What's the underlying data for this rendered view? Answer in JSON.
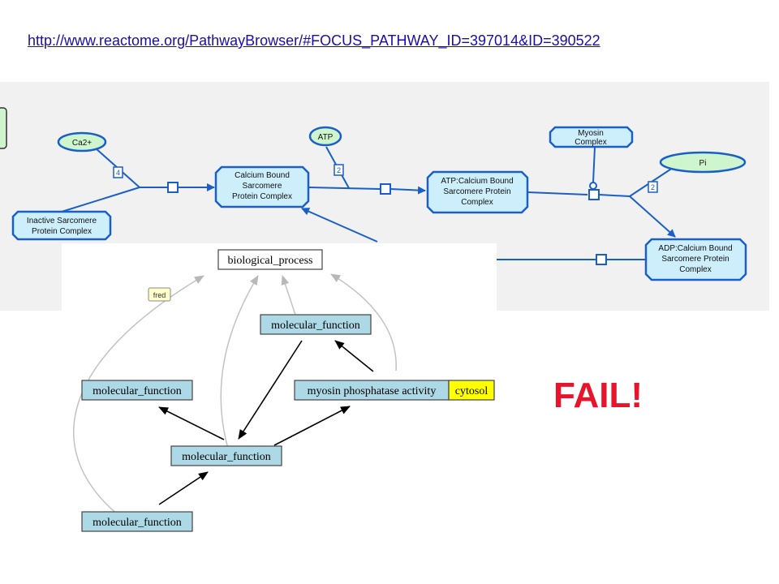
{
  "url_link": "http://www.reactome.org/PathwayBrowser/#FOCUS_PATHWAY_ID=397014&ID=390522",
  "reactome": {
    "nodes": {
      "ca2": "Ca2+",
      "atp": "ATP",
      "inactive_line1": "Inactive Sarcomere",
      "inactive_line2": "Protein Complex",
      "calcium_line1": "Calcium Bound",
      "calcium_line2": "Sarcomere",
      "calcium_line3": "Protein Complex",
      "atp_complex_line1": "ATP:Calcium Bound",
      "atp_complex_line2": "Sarcomere Protein",
      "atp_complex_line3": "Complex",
      "myosin_line1": "Myosin",
      "myosin_line2": "Complex",
      "pi": "Pi",
      "adp_line1": "ADP:Calcium Bound",
      "adp_line2": "Sarcomere Protein",
      "adp_line3": "Complex"
    },
    "stoichiometry": {
      "ca2": "4",
      "atp": "2",
      "pi": "2"
    }
  },
  "go_graph": {
    "nodes": {
      "biological_process": "biological_process",
      "mf_top": "molecular_function",
      "mf_left": "molecular_function",
      "myosin": "myosin phosphatase activity",
      "cytosol": "cytosol",
      "mf_middle": "molecular_function",
      "mf_bottom": "molecular_function"
    },
    "tag": "fred"
  },
  "fail_text": "FAIL!",
  "colors": {
    "link": "#1a0dab",
    "reactome_node_fill": "#cdeefb",
    "reactome_node_border": "#1a5fc6",
    "small_molecule_fill": "#cff5cf",
    "go_node_fill": "#add8e6",
    "cytosol_fill": "#ffff00",
    "fail": "#e8142b"
  }
}
